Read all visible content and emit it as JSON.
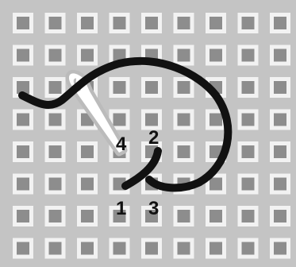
{
  "diagram": {
    "colors": {
      "canvas": "#c4c4c4",
      "hole": "#8d8d8d",
      "hole_rim": "#f2f2f2",
      "thread": "#111111",
      "needle_outline": "#bbbbbb",
      "needle_fill": "#ffffff"
    },
    "hole_grid": {
      "columns": 9,
      "rows": 8
    },
    "points": [
      {
        "label": "1"
      },
      {
        "label": "2"
      },
      {
        "label": "3"
      },
      {
        "label": "4"
      }
    ]
  }
}
